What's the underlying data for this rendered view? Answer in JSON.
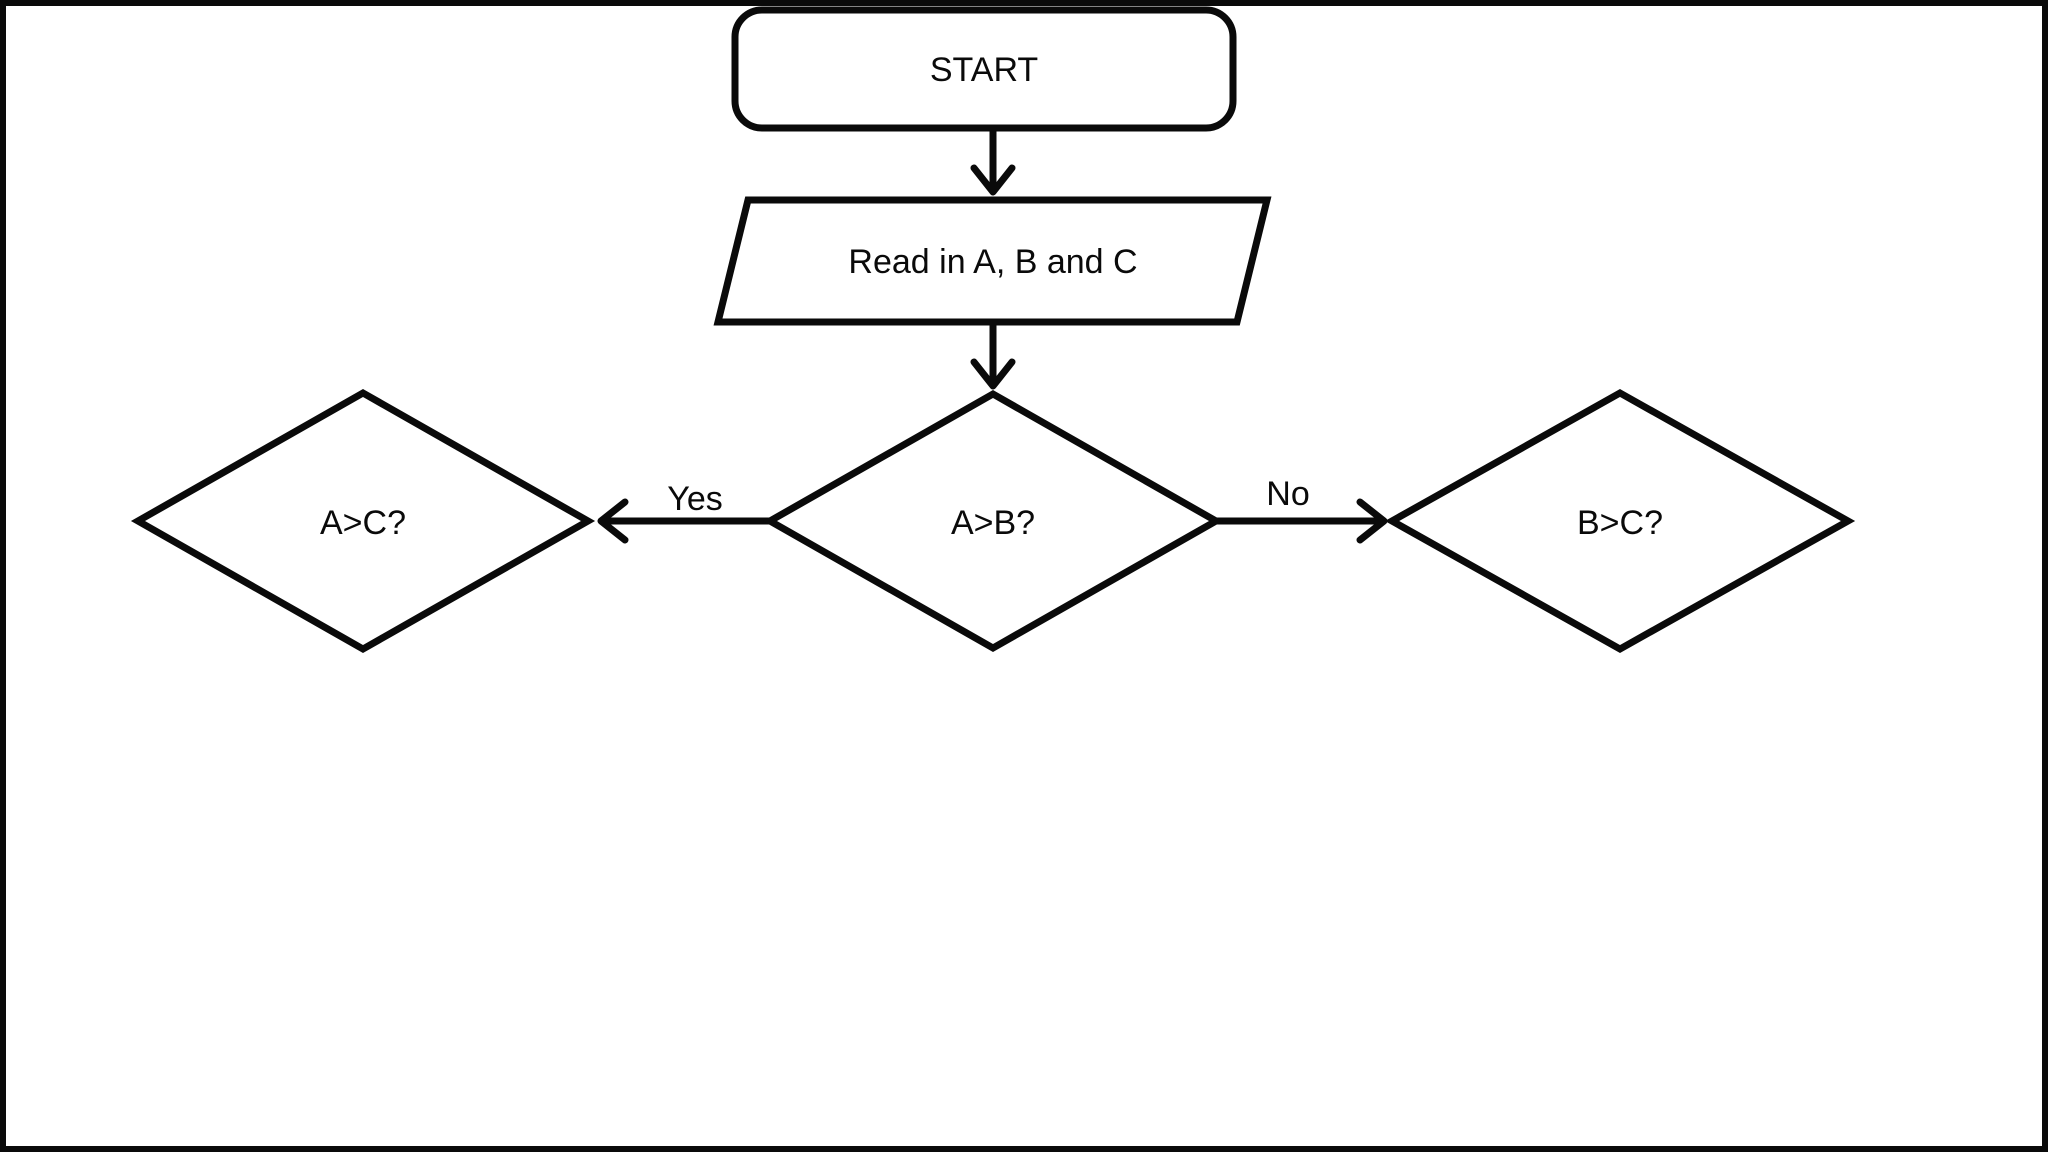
{
  "diagram": {
    "type": "flowchart",
    "colors": {
      "stroke": "#0a0a0a",
      "text": "#0a0a0a",
      "background": "#ffffff"
    },
    "nodes": {
      "start": {
        "label": "START",
        "shape": "terminator"
      },
      "read": {
        "label": "Read in A, B and C",
        "shape": "parallelogram"
      },
      "a_gt_b": {
        "label": "A>B?",
        "shape": "decision"
      },
      "a_gt_c": {
        "label": "A>C?",
        "shape": "decision"
      },
      "b_gt_c": {
        "label": "B>C?",
        "shape": "decision"
      }
    },
    "edges": {
      "start_to_read": {
        "label": ""
      },
      "read_to_a_gt_b": {
        "label": ""
      },
      "a_gt_b_to_a_gt_c": {
        "label": "Yes"
      },
      "a_gt_b_to_b_gt_c": {
        "label": "No"
      }
    }
  }
}
